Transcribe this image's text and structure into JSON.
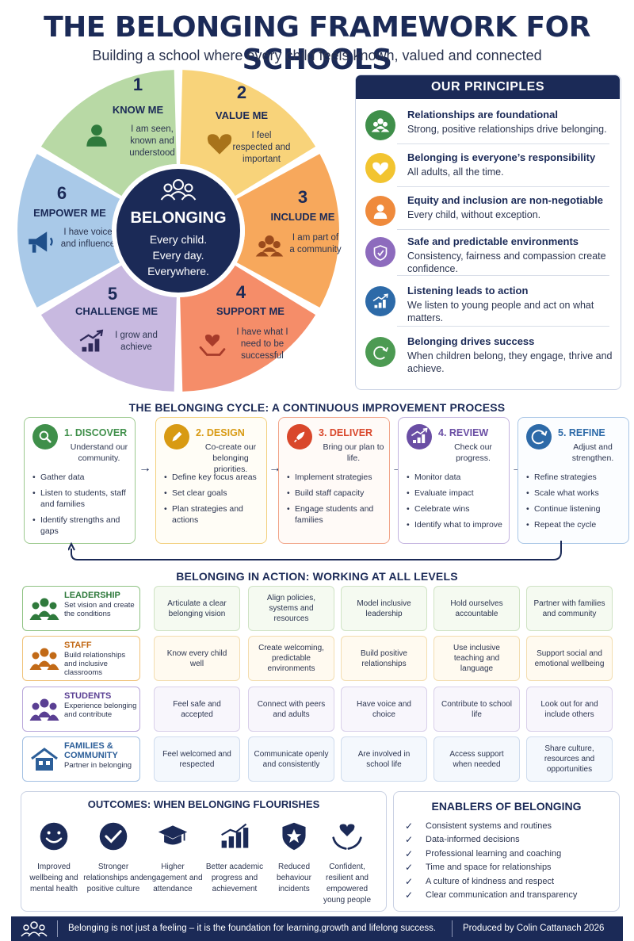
{
  "header": {
    "title": "THE BELONGING FRAMEWORK FOR SCHOOLS",
    "subtitle": "Building a school where every child feels known, valued and connected"
  },
  "wheel": {
    "center_title": "BELONGING",
    "center_lines": [
      "Every child.",
      "Every day.",
      "Everywhere."
    ],
    "segments": [
      {
        "num": "1",
        "title": "KNOW ME",
        "desc": [
          "I am seen,",
          "known and",
          "understood"
        ],
        "color": "#b8d9a5",
        "icon": "person-icon"
      },
      {
        "num": "2",
        "title": "VALUE ME",
        "desc": [
          "I feel",
          "respected and",
          "important"
        ],
        "color": "#f8d37a",
        "icon": "heart-icon"
      },
      {
        "num": "3",
        "title": "INCLUDE ME",
        "desc": [
          "I am part of",
          "a community"
        ],
        "color": "#f7a85c",
        "icon": "group-icon"
      },
      {
        "num": "4",
        "title": "SUPPORT ME",
        "desc": [
          "I have what I",
          "need to be",
          "successful"
        ],
        "color": "#f58d69",
        "icon": "hand-heart-icon"
      },
      {
        "num": "5",
        "title": "CHALLENGE ME",
        "desc": [
          "I grow and",
          "achieve"
        ],
        "color": "#c8b9e0",
        "icon": "growth-chart-icon"
      },
      {
        "num": "6",
        "title": "EMPOWER ME",
        "desc": [
          "I have voice",
          "and influence"
        ],
        "color": "#a9c9e8",
        "icon": "megaphone-icon"
      }
    ]
  },
  "principles": {
    "heading": "OUR PRINCIPLES",
    "items": [
      {
        "title": "Relationships are foundational",
        "desc": "Strong, positive relationships drive belonging.",
        "color": "#3f8f4a",
        "icon": "people-icon"
      },
      {
        "title": "Belonging is everyone’s responsibility",
        "desc": "All adults, all the time.",
        "color": "#f2c430",
        "icon": "heart-icon"
      },
      {
        "title": "Equity and inclusion are non-negotiable",
        "desc": "Every child, without exception.",
        "color": "#ef8a3c",
        "icon": "person-icon"
      },
      {
        "title": "Safe and predictable environments",
        "desc": "Consistency, fairness and compassion create confidence.",
        "color": "#8d6bbd",
        "icon": "shield-icon"
      },
      {
        "title": "Listening leads to action",
        "desc": "We listen to young people and act on what matters.",
        "color": "#2d6aa8",
        "icon": "chart-icon"
      },
      {
        "title": "Belonging drives success",
        "desc": "When children belong, they engage, thrive and achieve.",
        "color": "#4c9a52",
        "icon": "cycle-icon"
      }
    ]
  },
  "cycle": {
    "heading": "THE BELONGING CYCLE: A CONTINUOUS IMPROVEMENT PROCESS",
    "steps": [
      {
        "title": "1. DISCOVER",
        "sub": "Understand our community.",
        "items": [
          "Gather data",
          "Listen to students, staff and families",
          "Identify strengths and gaps"
        ],
        "color": "#3f8f4a",
        "border": "#9cc98e",
        "bg": "#ffffff",
        "icon": "magnifier-icon"
      },
      {
        "title": "2. DESIGN",
        "sub": "Co-create our belonging priorities.",
        "items": [
          "Define key focus areas",
          "Set clear goals",
          "Plan strategies and actions"
        ],
        "color": "#d89a13",
        "border": "#f2cf7c",
        "bg": "#fffdf6",
        "icon": "pencil-icon"
      },
      {
        "title": "3. DELIVER",
        "sub": "Bring our plan to life.",
        "items": [
          "Implement strategies",
          "Build staff capacity",
          "Engage students and families"
        ],
        "color": "#d9472b",
        "border": "#f1a488",
        "bg": "#fffaf7",
        "icon": "rocket-icon"
      },
      {
        "title": "4. REVIEW",
        "sub": "Check our progress.",
        "items": [
          "Monitor data",
          "Evaluate impact",
          "Celebrate wins",
          "Identify what to improve"
        ],
        "color": "#6a4ea4",
        "border": "#c3b3df",
        "bg": "#ffffff",
        "icon": "bar-chart-icon"
      },
      {
        "title": "5. REFINE",
        "sub": "Adjust and strengthen.",
        "items": [
          "Refine strategies",
          "Scale what works",
          "Continue listening",
          "Repeat the cycle"
        ],
        "color": "#2d6aa8",
        "border": "#a9c6e6",
        "bg": "#fbfdff",
        "icon": "refresh-icon"
      }
    ]
  },
  "levels": {
    "heading": "BELONGING IN ACTION: WORKING AT ALL LEVELS",
    "rows": [
      {
        "name": "LEADERSHIP",
        "desc": "Set vision and create the conditions",
        "color": "#2f7a3c",
        "border": "#8fc283",
        "cellBg": "#f5faf1",
        "cellBorder": "#cfe3c4",
        "cells": [
          "Articulate a clear belonging vision",
          "Align policies, systems and resources",
          "Model inclusive leadership",
          "Hold ourselves accountable",
          "Partner with families and community"
        ],
        "icon": "leadership-icon"
      },
      {
        "name": "STAFF",
        "desc": "Build relationships and inclusive classrooms",
        "color": "#c26a17",
        "border": "#efc27a",
        "cellBg": "#fffaf0",
        "cellBorder": "#f3ddb0",
        "cells": [
          "Know every child well",
          "Create welcoming, predictable environments",
          "Build positive relationships",
          "Use inclusive teaching and language",
          "Support social and emotional wellbeing"
        ],
        "icon": "staff-icon"
      },
      {
        "name": "STUDENTS",
        "desc": "Experience belonging and contribute",
        "color": "#5a3f93",
        "border": "#b9a8da",
        "cellBg": "#f8f6fc",
        "cellBorder": "#d9d0ea",
        "cells": [
          "Feel safe and accepted",
          "Connect with peers and adults",
          "Have voice and choice",
          "Contribute to school life",
          "Look out for and include others"
        ],
        "icon": "students-icon"
      },
      {
        "name": "FAMILIES & COMMUNITY",
        "desc": "Partner in belonging",
        "color": "#2d5f99",
        "border": "#a3c0e2",
        "cellBg": "#f4f8fd",
        "cellBorder": "#cfdcee",
        "cells": [
          "Feel welcomed and respected",
          "Communicate openly and consistently",
          "Are involved in school life",
          "Access support when needed",
          "Share culture, resources and opportunities"
        ],
        "icon": "house-icon"
      }
    ]
  },
  "outcomes": {
    "heading": "OUTCOMES: WHEN BELONGING FLOURISHES",
    "items": [
      {
        "label": "Improved wellbeing and mental health",
        "icon": "smiley-icon"
      },
      {
        "label": "Stronger relationships and positive culture",
        "icon": "check-circle-icon"
      },
      {
        "label": "Higher engagement and attendance",
        "icon": "graduation-cap-icon"
      },
      {
        "label": "Better academic progress and achievement",
        "icon": "rising-chart-icon"
      },
      {
        "label": "Reduced behaviour incidents",
        "icon": "star-shield-icon"
      },
      {
        "label": "Confident, resilient and empowered young people",
        "icon": "hands-heart-icon"
      }
    ]
  },
  "enablers": {
    "heading": "ENABLERS OF BELONGING",
    "items": [
      "Consistent systems and routines",
      "Data-informed decisions",
      "Professional learning and coaching",
      "Time and space for relationships",
      "A culture of kindness and respect",
      "Clear communication and transparency"
    ]
  },
  "footer": {
    "text": "Belonging is not just a feeling – it is the foundation for learning,growth and lifelong success.",
    "credit": "Produced by Colin Cattanach 2026",
    "icon": "community-icon"
  },
  "colors": {
    "navy": "#1b2a57"
  }
}
